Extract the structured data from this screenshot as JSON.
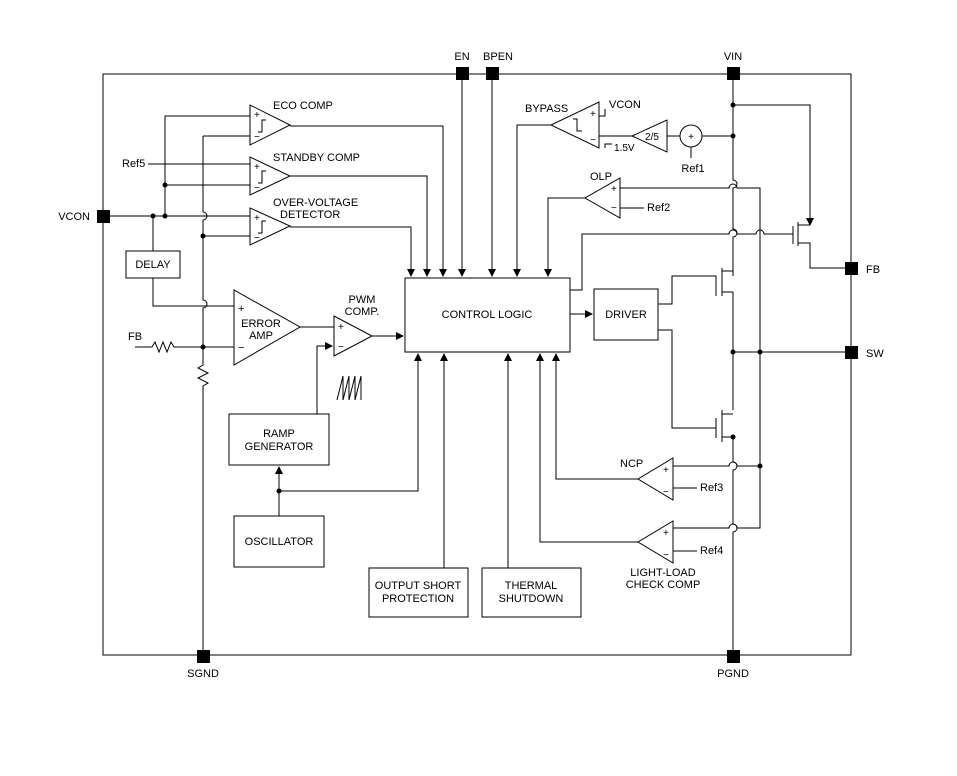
{
  "pins": {
    "en": "EN",
    "bpen": "BPEN",
    "vin": "VIN",
    "vcon": "VCON",
    "fb_right": "FB",
    "sw": "SW",
    "sgnd": "SGND",
    "pgnd": "PGND"
  },
  "blocks": {
    "control_logic": "CONTROL LOGIC",
    "driver": "DRIVER",
    "delay": "DELAY",
    "ramp_line1": "RAMP",
    "ramp_line2": "GENERATOR",
    "oscillator": "OSCILLATOR",
    "osp_line1": "OUTPUT SHORT",
    "osp_line2": "PROTECTION",
    "thermal_line1": "THERMAL",
    "thermal_line2": "SHUTDOWN"
  },
  "comparators": {
    "eco": "ECO COMP",
    "standby": "STANDBY COMP",
    "ovd_line1": "OVER-VOLTAGE",
    "ovd_line2": "DETECTOR",
    "error_line1": "ERROR",
    "error_line2": "AMP",
    "pwm_line1": "PWM",
    "pwm_line2": "COMP.",
    "bypass": "BYPASS",
    "olp": "OLP",
    "ncp": "NCP",
    "light_line1": "LIGHT-LOAD",
    "light_line2": "CHECK COMP",
    "gain": "2/5"
  },
  "labels": {
    "ref5": "Ref5",
    "ref1": "Ref1",
    "ref2": "Ref2",
    "ref3": "Ref3",
    "ref4": "Ref4",
    "vcon_bypass": "VCON",
    "v15": "1.5V",
    "fb_left": "FB",
    "plus": "+",
    "minus": "−"
  }
}
